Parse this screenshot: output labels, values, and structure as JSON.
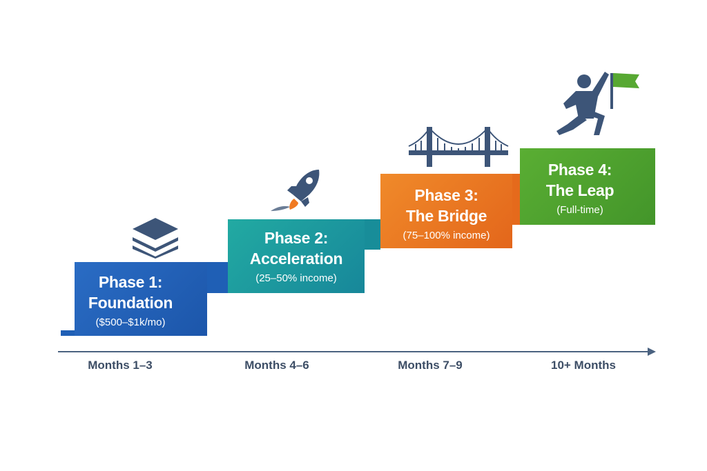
{
  "phases": [
    {
      "title1": "Phase 1:",
      "title2": "Foundation",
      "sub": "($500–$1k/mo)",
      "period": "Months 1–3",
      "icon": "layers-icon",
      "color": "#1f5fb5"
    },
    {
      "title1": "Phase 2:",
      "title2": "Acceleration",
      "sub": "(25–50% income)",
      "period": "Months 4–6",
      "icon": "rocket-icon",
      "color": "#1a979f"
    },
    {
      "title1": "Phase 3:",
      "title2": "The Bridge",
      "sub": "(75–100% income)",
      "period": "Months 7–9",
      "icon": "bridge-icon",
      "color": "#e8711f"
    },
    {
      "title1": "Phase 4:",
      "title2": "The Leap",
      "sub": "(Full-time)",
      "period": "10+ Months",
      "icon": "person-flag-icon",
      "color": "#4a9e2c"
    }
  ]
}
